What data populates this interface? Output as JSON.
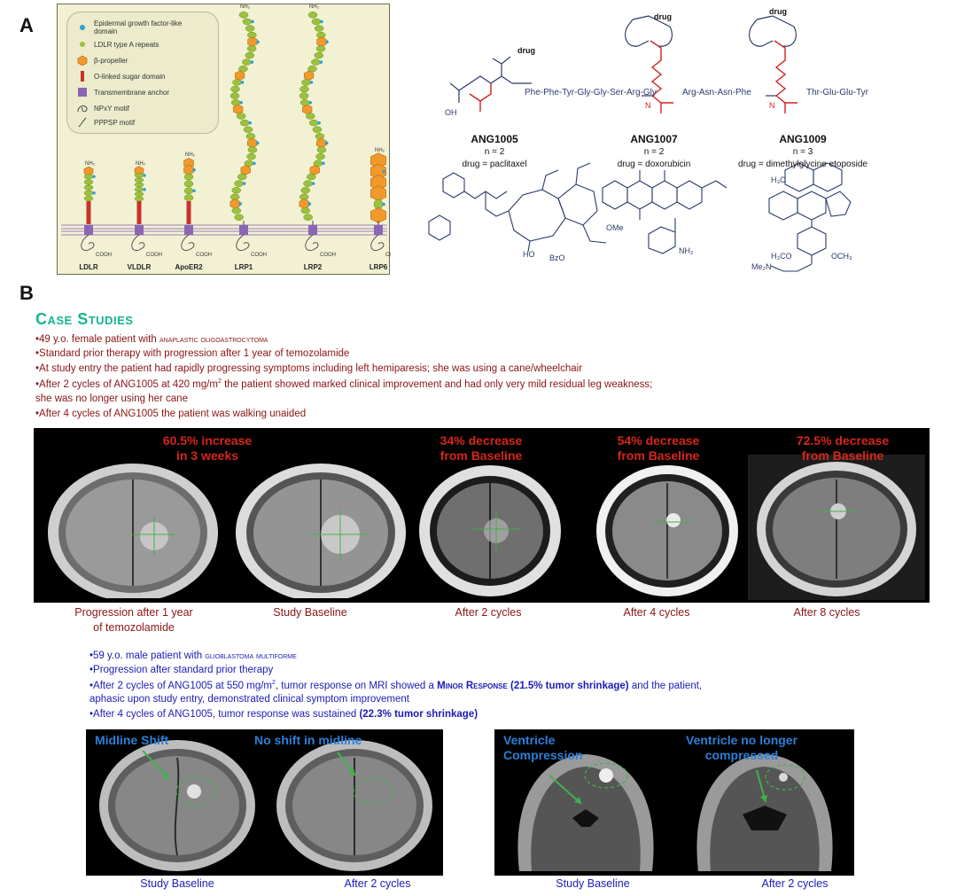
{
  "panel_a": {
    "label": "A",
    "legend": [
      "Epidermal growth factor-like domain",
      "LDLR type A repeats",
      "β-propeller",
      "O-linked sugar domain",
      "Transmembrane anchor",
      "NPxY motif",
      "PPPSP motif"
    ],
    "receptors": [
      "LDLR",
      "VLDLR",
      "ApoER2",
      "LRP1",
      "LRP2",
      "LRP6"
    ],
    "nh2": "NH₂",
    "cooh": "COOH",
    "peptide_1": "Phe-Phe-Tyr-Gly-Gly-Ser-Arg-Gly",
    "peptide_2": "Arg-Asn-Asn-Phe",
    "peptide_3": "Thr-Glu-Glu-Tyr",
    "drug_label": "drug",
    "n_label": "n",
    "compounds": [
      {
        "name": "ANG1005",
        "n": "n = 2",
        "drug": "drug = paclitaxel"
      },
      {
        "name": "ANG1007",
        "n": "n = 2",
        "drug": "drug = doxorubicin"
      },
      {
        "name": "ANG1009",
        "n": "n = 3",
        "drug": "drug = dimethylglycine etoposide"
      }
    ],
    "atoms": {
      "oh": "OH",
      "nh": "N",
      "h": "H",
      "ome": "OMe",
      "nh2": "NH₂",
      "me2n": "Me₂N",
      "ho": "HO",
      "bzo": "BzO",
      "h3c": "H₃C",
      "och3": "OCH₃",
      "h3co": "H₃CO"
    }
  },
  "panel_b": {
    "label": "B",
    "title": "Case Studies",
    "case1_lines": [
      "•49 y.o. female patient with ",
      "anaplastic oligoastrocytoma",
      "•Standard prior therapy with progression after 1 year of temozolamide",
      "•At study entry the patient had rapidly progressing symptoms including left hemiparesis; she was using a cane/wheelchair",
      "•After 2 cycles of ANG1005 at 420 mg/m",
      "2",
      " the patient showed marked clinical improvement and had only very mild residual leg weakness;",
      "she was no longer using her cane",
      "•After 4 cycles of ANG1005 the patient was walking unaided"
    ],
    "mri1_headers": [
      [
        "60.5% increase",
        "in 3 weeks"
      ],
      [
        "",
        ""
      ],
      [
        "34% decrease",
        "from Baseline"
      ],
      [
        "54% decrease",
        "from Baseline"
      ],
      [
        "72.5% decrease",
        "from Baseline"
      ]
    ],
    "mri1_captions": [
      [
        "Progression after 1 year",
        "of temozolamide"
      ],
      [
        "Study Baseline",
        ""
      ],
      [
        "After 2 cycles",
        ""
      ],
      [
        "After 4 cycles",
        ""
      ],
      [
        "After 8 cycles",
        ""
      ]
    ],
    "case2_lines": [
      "•59 y.o. male patient with ",
      "glioblastoma multiforme",
      "•Progression after standard prior therapy",
      "•After 2 cycles of ANG1005 at 550 mg/m",
      "2",
      ", tumor response on MRI showed a ",
      "Minor Response",
      " (21.5% tumor shrinkage)",
      " and the patient,",
      "aphasic upon study entry, demonstrated clinical symptom improvement",
      "•After 4 cycles of ANG1005, tumor response was sustained  ",
      "(22.3% tumor shrinkage)"
    ],
    "mri2_headers": [
      "Midline Shift",
      "No shift in midline",
      "Ventricle",
      "Compression",
      "Ventricle no longer",
      "compressed"
    ],
    "mri2_captions": [
      "Study Baseline",
      "After 2 cycles",
      "Study Baseline",
      "After 2 cycles"
    ]
  },
  "colors": {
    "case1_text": "#8b1414",
    "case2_text": "#1b1bb8",
    "title": "#14b58f",
    "mri_header_red": "#d7261b",
    "mri_header_blue": "#2d7fd6",
    "linker_red": "#d42020",
    "chem_blue": "#2b3a6b"
  }
}
